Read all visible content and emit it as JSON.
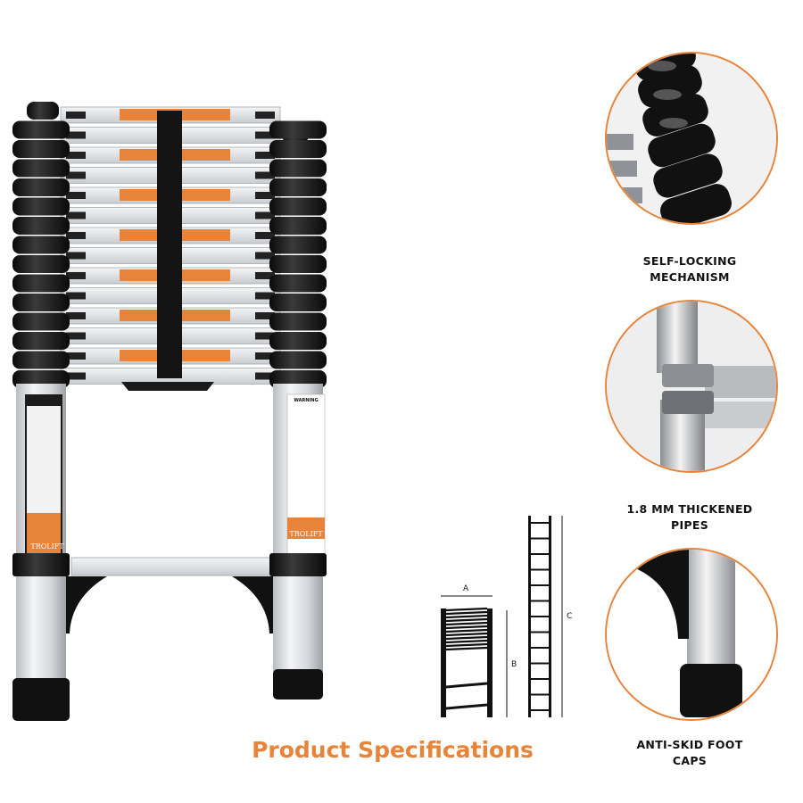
{
  "product": {
    "brand": "TROLIFT",
    "ladder_image": "telescopic-ladder-image",
    "warning_label": "WARNING"
  },
  "features": [
    {
      "label_line1": "SELF-LOCKING",
      "label_line2": "MECHANISM",
      "image": "self-locking-closeup"
    },
    {
      "label_line1": "1.8 MM THICKENED",
      "label_line2": "PIPES",
      "image": "pipe-closeup"
    },
    {
      "label_line1": "ANTI-SKID FOOT",
      "label_line2": "CAPS",
      "image": "foot-cap-closeup"
    }
  ],
  "specs": {
    "title": "Product Specifications",
    "dimension_a": "A",
    "dimension_b": "B",
    "dimension_c": "C"
  },
  "colors": {
    "accent": "#e8833a",
    "black": "#111111",
    "aluminum": "#d9dcdf"
  }
}
